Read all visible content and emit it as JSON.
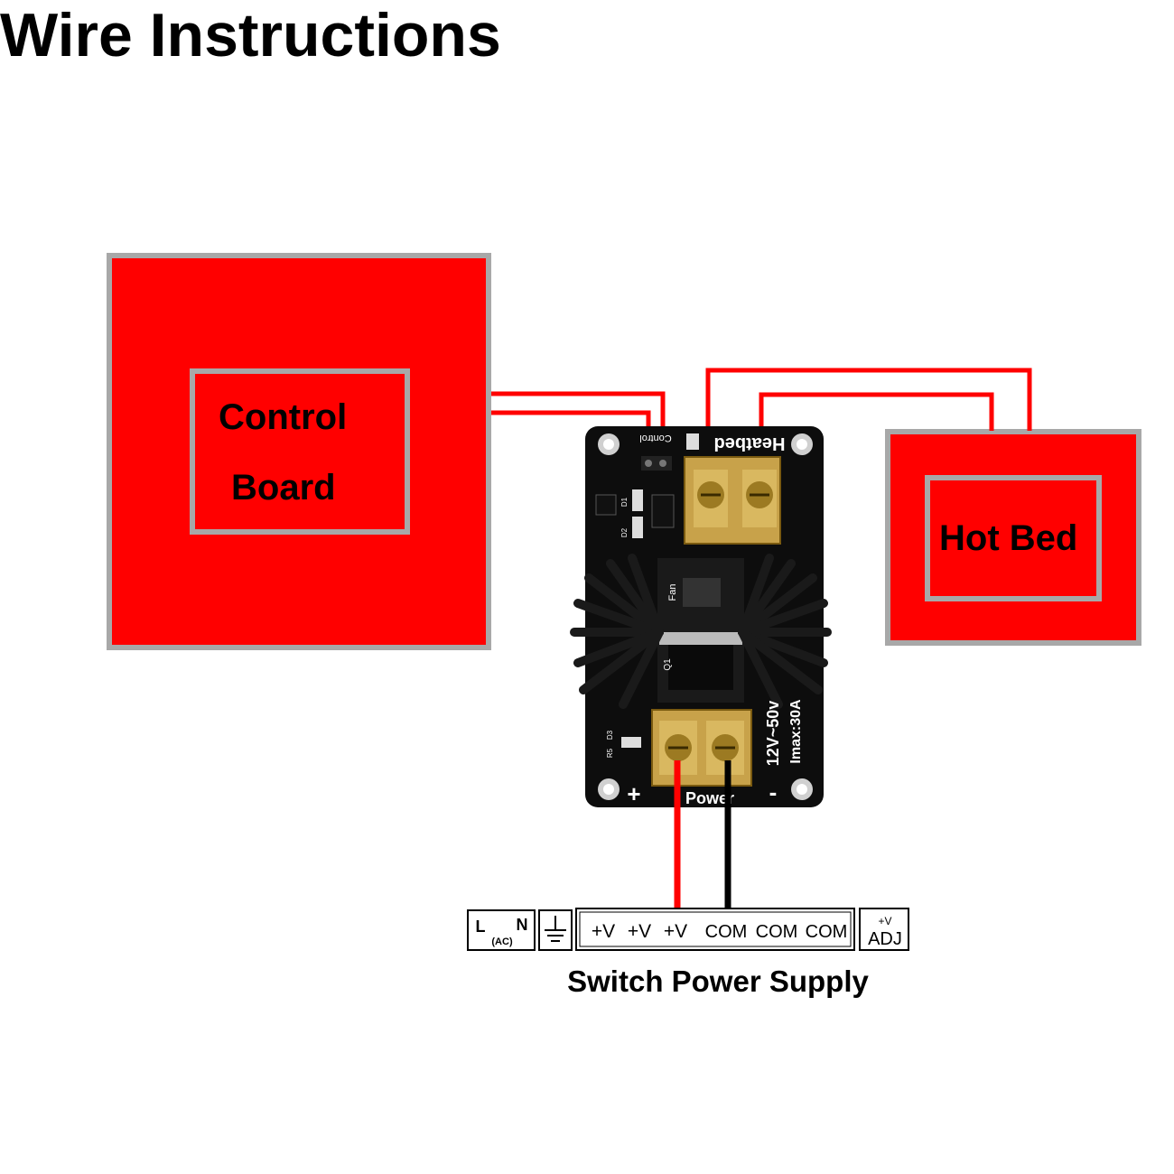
{
  "title": "Wire Instructions",
  "control_board": {
    "line1": "Control",
    "line2": "Board"
  },
  "hot_bed": {
    "label": "Hot Bed"
  },
  "module": {
    "heatbed_label": "Heatbed",
    "control_label": "Control",
    "power_label": "Power",
    "plus": "+",
    "minus": "-",
    "voltage": "12V~50v",
    "current": "Imax:30A",
    "fan": "Fan",
    "q1": "Q1",
    "d1": "D1",
    "d2": "D2",
    "d3": "D3",
    "r5": "R5"
  },
  "psu": {
    "title": "Switch Power Supply",
    "l": "L",
    "n": "N",
    "ac": "(AC)",
    "terminals": [
      "+V",
      "+V",
      "+V",
      "COM",
      "COM",
      "COM"
    ],
    "adj_top": "+V",
    "adj": "ADJ"
  },
  "colors": {
    "box": "#ff0000",
    "border": "#a8a8a8",
    "wire_red": "#ff0000",
    "wire_black": "#000000",
    "pcb": "#0d0d0d"
  }
}
